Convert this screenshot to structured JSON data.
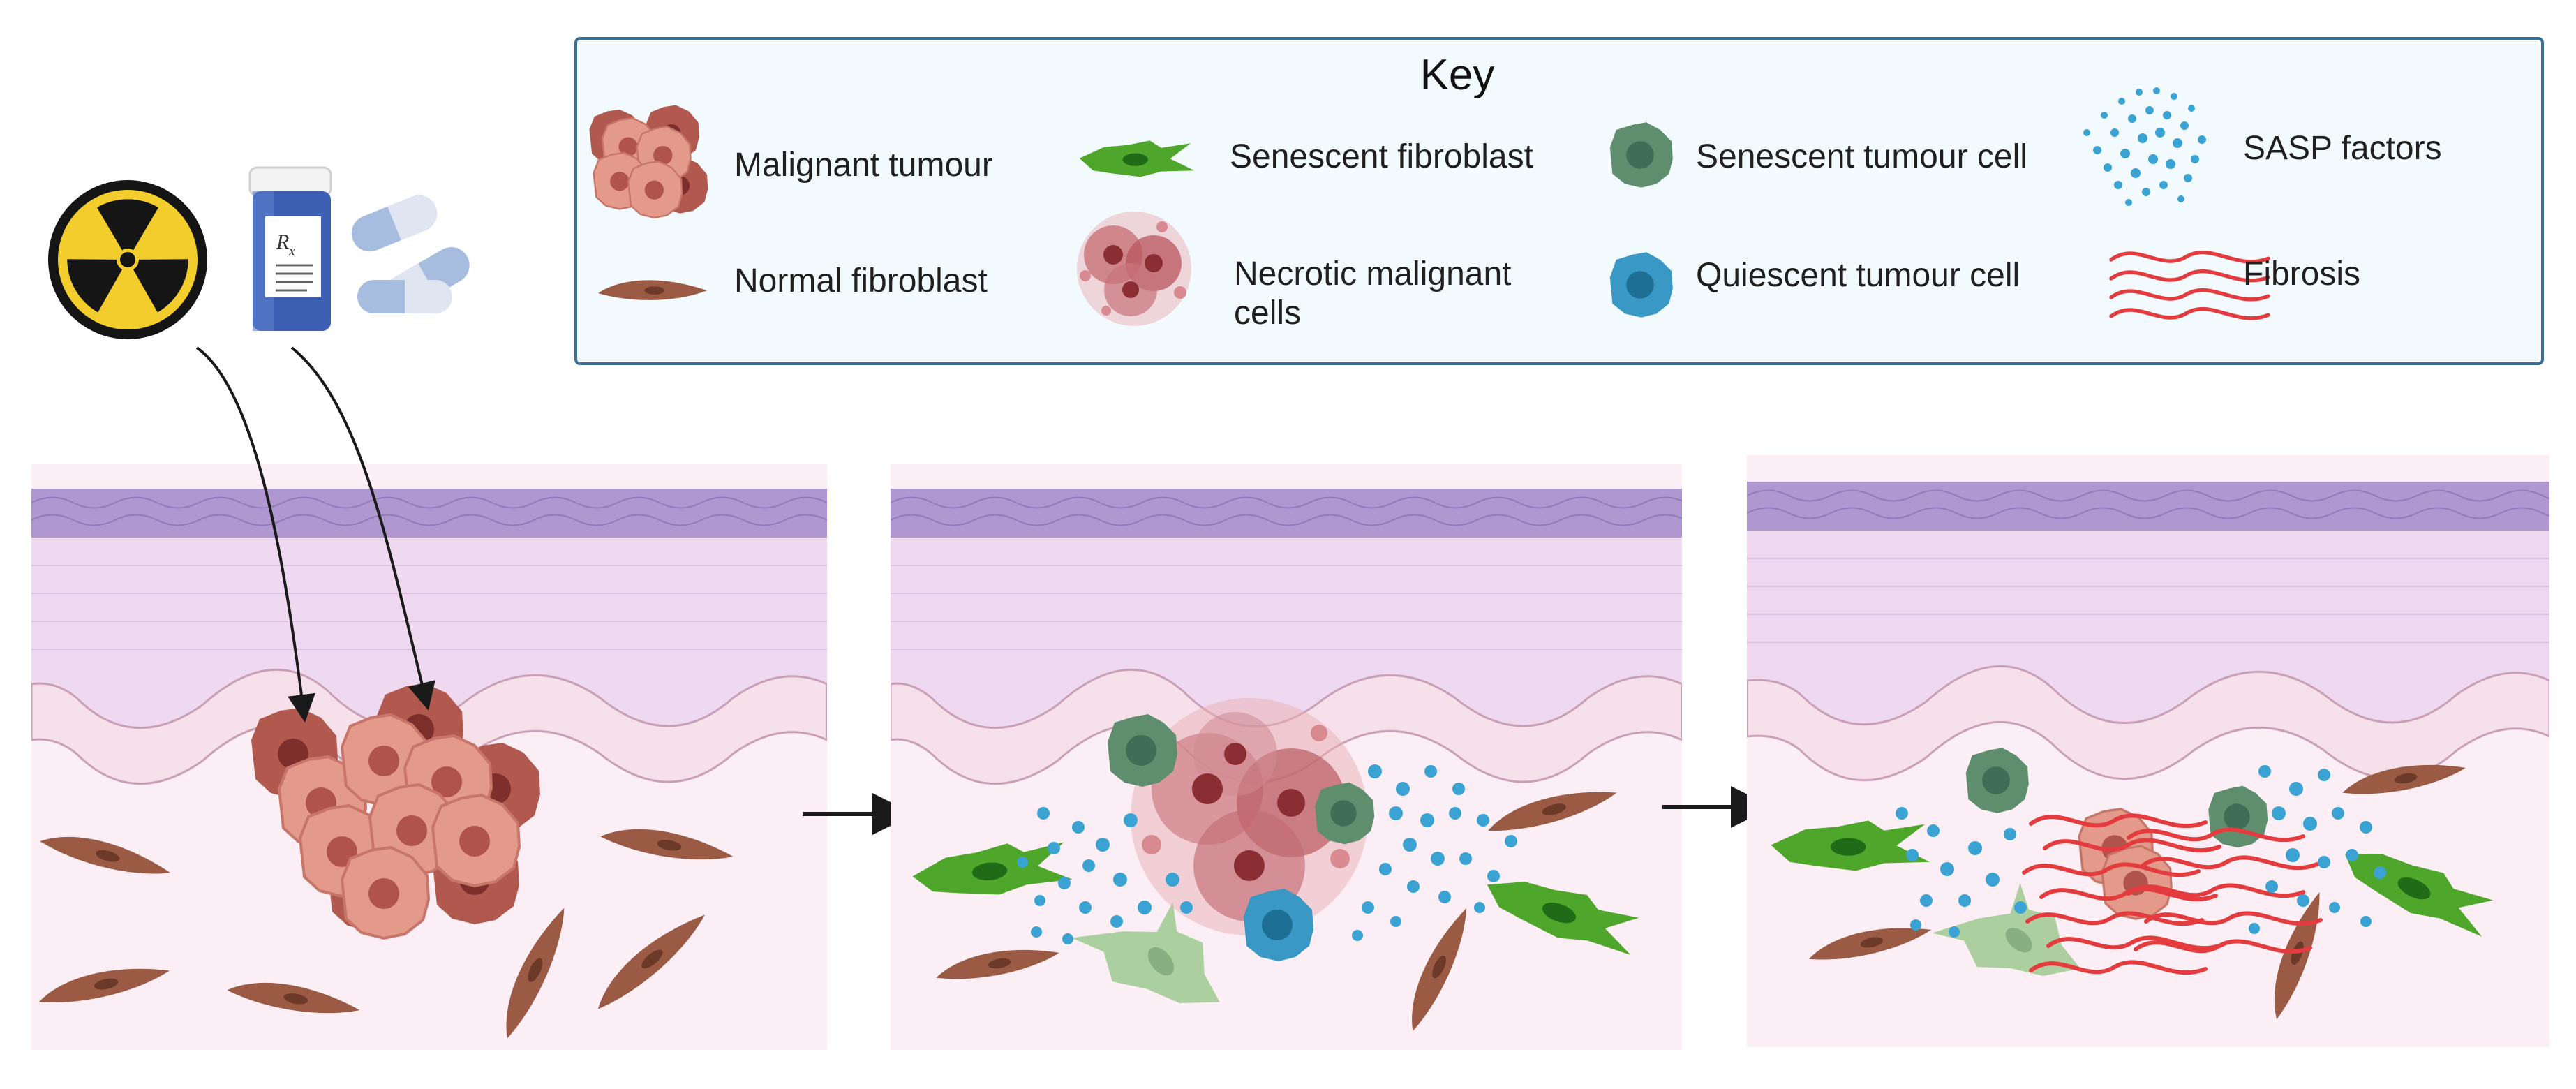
{
  "key": {
    "title": "Key",
    "items": {
      "malignant_tumour": "Malignant tumour",
      "normal_fibroblast": "Normal fibroblast",
      "senescent_fibroblast": "Senescent fibroblast",
      "necrotic_line1": "Necrotic malignant",
      "necrotic_line2": "cells",
      "senescent_tumour_cell": "Senescent tumour cell",
      "quiescent_tumour_cell": "Quiescent  tumour cell",
      "sasp_factors": "SASP factors",
      "fibrosis": "Fibrosis"
    }
  },
  "treatment": {
    "prescription_symbol": "R",
    "prescription_subscript": "x"
  },
  "colors": {
    "key_border": "#3c6f95",
    "key_fill": "#f3fafd",
    "panel_bg": "#fbeef4",
    "cornified": "#ae98cf",
    "epidermis": "#eed9f0",
    "basal_layer": "#f6e0ea",
    "fibroblast_normal": "#9a5a44",
    "fibroblast_senescent": "#4ea62b",
    "tumour_cell": "#e39a8b",
    "tumour_nucleus": "#b0534c",
    "senescent_tumour_cell": "#5e8e6e",
    "quiescent_tumour_cell": "#3a98c4",
    "sasp_dot": "#3aa3d3",
    "fibrosis_line": "#e33b3e",
    "radiation_yellow": "#f2cd2b",
    "arrow": "#1a1a1a"
  }
}
